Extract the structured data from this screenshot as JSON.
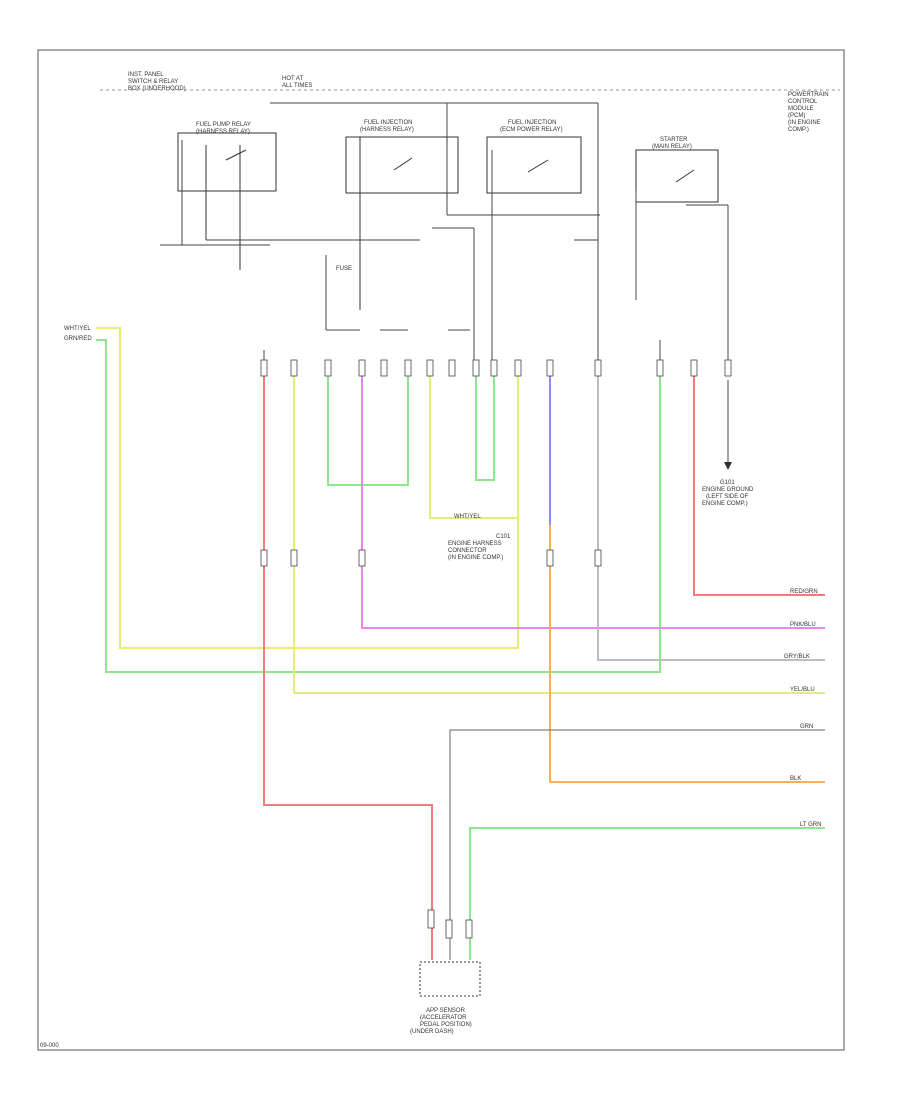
{
  "title": "",
  "top_labels": {
    "top_left": [
      "INST. PANEL",
      "SWITCH & RELAY",
      "BOX (UNDERHOOD)"
    ],
    "top_center": [
      "HOT AT",
      "ALL TIMES"
    ],
    "top_right": [
      "POWERTRAIN",
      "CONTROL",
      "MODULE",
      "(PCM)",
      "(IN ENGINE",
      "COMP.)"
    ]
  },
  "relays": [
    {
      "label": [
        "FUEL PUMP RELAY",
        "(HARNESS RELAY)"
      ]
    },
    {
      "label": [
        "FUEL INJECTION",
        "(HARNESS RELAY)"
      ]
    },
    {
      "label": [
        "FUEL INJECTION",
        "(ECM POWER RELAY)"
      ]
    },
    {
      "label": [
        "STARTER",
        "(MAIN RELAY)"
      ]
    }
  ],
  "left_wire_labels": [
    "WHT/YEL",
    "GRN/RED"
  ],
  "mid_labels": {
    "connector_center": [
      "C101",
      "ENGINE HARNESS",
      "CONNECTOR",
      "(IN ENGINE COMP.)"
    ],
    "ground": [
      "G101",
      "ENGINE GROUND",
      "(LEFT SIDE OF",
      "ENGINE COMP.)"
    ],
    "wht_yel_tag": "WHT/YEL",
    "fuse": "FUSE"
  },
  "right_wire_labels": [
    "RED/GRN",
    "PNK/BLU",
    "GRY/BLK",
    "YEL/BLU",
    "GRN",
    "BLK",
    "LT GRN"
  ],
  "bottom_component": [
    "APP SENSOR",
    "(ACCELERATOR",
    "PEDAL POSITION)",
    "(UNDER DASH)"
  ],
  "page_code": "09-000",
  "colors": {
    "red": "#f07b7b",
    "yellow": "#eaea7a",
    "green": "#8ee68e",
    "pink": "#ee82ee",
    "blue": "#8e8eee",
    "orange": "#f2b25a",
    "gray": "#9a9a9a",
    "dark": "#333333"
  }
}
